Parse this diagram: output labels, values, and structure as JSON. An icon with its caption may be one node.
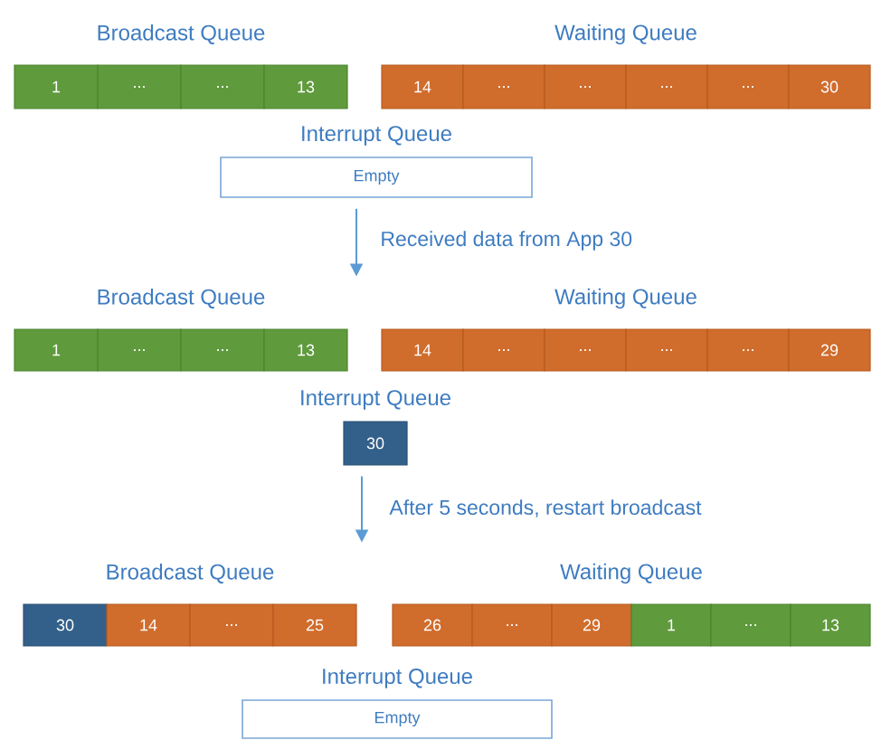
{
  "diagram": {
    "nodes": [
      {
        "text": [
          "Broadcast Queue"
        ]
      },
      {
        "text": [
          "1"
        ],
        "in": 0
      },
      {
        "text": [
          "..."
        ],
        "in": 0
      },
      {
        "text": [
          "..."
        ],
        "in": 0
      },
      {
        "text": [
          "13"
        ],
        "in": 0
      },
      {
        "text": [
          "Waiting Queue"
        ]
      },
      {
        "text": [
          "14"
        ],
        "in": 5
      },
      {
        "text": [
          "..."
        ],
        "in": 5
      },
      {
        "text": [
          "..."
        ],
        "in": 5
      },
      {
        "text": [
          "..."
        ],
        "in": 5
      },
      {
        "text": [
          "..."
        ],
        "in": 5
      },
      {
        "text": [
          "30"
        ],
        "in": 5
      },
      {
        "text": [
          "Interrupt Queue",
          "Empty"
        ]
      },
      {
        "text": [
          "Broadcast Queue"
        ]
      },
      {
        "text": [
          "1"
        ],
        "in": 13
      },
      {
        "text": [
          "..."
        ],
        "in": 13
      },
      {
        "text": [
          "..."
        ],
        "in": 13
      },
      {
        "text": [
          "13"
        ],
        "in": 13
      },
      {
        "text": [
          "Waiting Queue"
        ]
      },
      {
        "text": [
          "14"
        ],
        "in": 18
      },
      {
        "text": [
          "..."
        ],
        "in": 18
      },
      {
        "text": [
          "..."
        ],
        "in": 18
      },
      {
        "text": [
          "..."
        ],
        "in": 18
      },
      {
        "text": [
          "..."
        ],
        "in": 18
      },
      {
        "text": [
          "29"
        ],
        "in": 18
      },
      {
        "text": [
          "Interrupt Queue",
          "30"
        ]
      },
      {
        "text": [
          "Broadcast Queue"
        ]
      },
      {
        "text": [
          "30"
        ],
        "in": 26
      },
      {
        "text": [
          "14"
        ],
        "in": 26
      },
      {
        "text": [
          "..."
        ],
        "in": 26
      },
      {
        "text": [
          "25"
        ],
        "in": 26
      },
      {
        "text": [
          "Waiting Queue"
        ]
      },
      {
        "text": [
          "26"
        ],
        "in": 31
      },
      {
        "text": [
          "..."
        ],
        "in": 31
      },
      {
        "text": [
          "29"
        ],
        "in": 31
      },
      {
        "text": [
          "1"
        ],
        "in": 31
      },
      {
        "text": [
          "..."
        ],
        "in": 31
      },
      {
        "text": [
          "13"
        ],
        "in": 31
      },
      {
        "text": [
          "Interrupt Queue",
          "Empty"
        ]
      }
    ],
    "edges": [
      {
        "from": 12,
        "to": 13,
        "arrow": "to",
        "label": "Received data from App 30"
      },
      {
        "from": 25,
        "to": 26,
        "arrow": "to",
        "label": "After 5 seconds, restart broadcast"
      }
    ]
  }
}
